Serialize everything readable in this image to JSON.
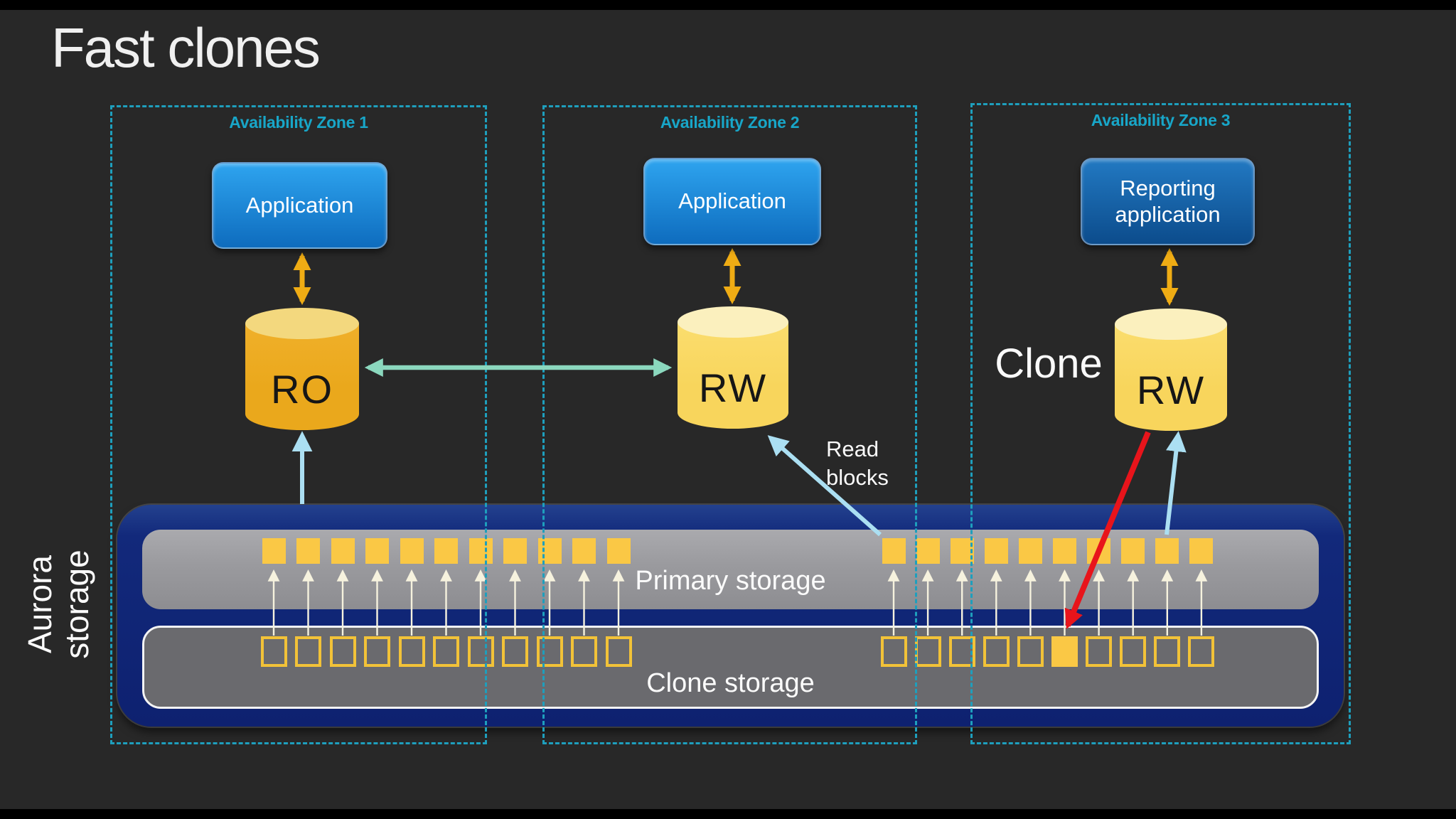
{
  "title": "Fast clones",
  "zones": [
    {
      "label": "Availability Zone 1",
      "app": "Application",
      "db": "RO"
    },
    {
      "label": "Availability Zone 2",
      "app": "Application",
      "db": "RW"
    },
    {
      "label": "Availability Zone 3",
      "app": "Reporting application",
      "db": "RW"
    }
  ],
  "annotations": {
    "clone": "Clone",
    "read_blocks": "Read blocks",
    "aurora_side_label": "Aurora storage"
  },
  "storage": {
    "primary_label": "Primary storage",
    "clone_label": "Clone storage",
    "left_block_count": 11,
    "right_block_count": 10,
    "clone_filled_right_index": 6
  },
  "colors": {
    "background": "#282828",
    "title_text": "#F0F0F0",
    "zone_border": "#1E9FBD",
    "zone_label": "#18A6C8",
    "app_box_top": "#2EA4EF",
    "app_box_bottom": "#0E6CBE",
    "app_box_dark_top": "#2279C2",
    "app_box_dark_bottom": "#0C4C8C",
    "orange_arrow": "#EFAC14",
    "teal_arrow": "#8BD8BE",
    "blue_arrow": "#ABDFF2",
    "red_arrow": "#E8141B",
    "cream_arrow": "#F6F2DE",
    "cylinder_gold": "#EAA81C",
    "cylinder_gold_top": "#F3D87E",
    "cylinder_yellow": "#F8D55C",
    "cylinder_yellow_top": "#FBF0BE",
    "navy_container": "#12297B",
    "primary_bar": "#9A9A9E",
    "clone_bar": "#6A6A6E",
    "block_fill": "#FAC845",
    "block_border": "#F2C238",
    "white_text": "#FFFFFF"
  }
}
